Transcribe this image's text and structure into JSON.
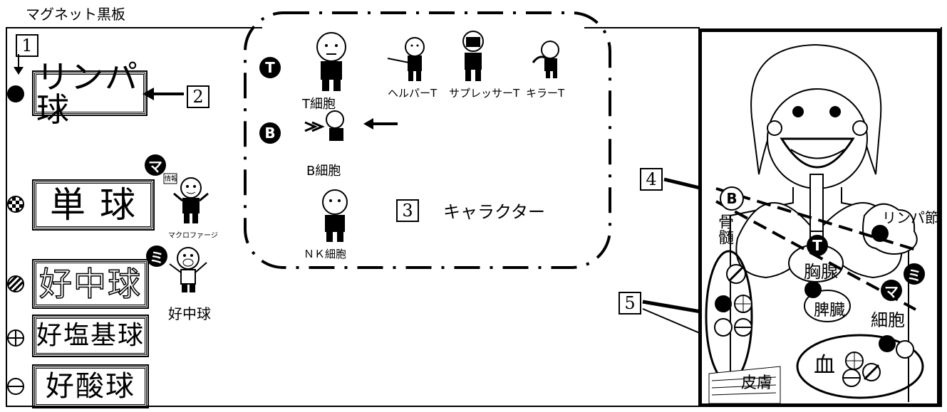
{
  "title": "マグネット黒板",
  "callouts": [
    "1",
    "2",
    "3",
    "4",
    "5"
  ],
  "board_cells": [
    {
      "label": "リンパ球",
      "marker": "lymph"
    },
    {
      "label": "単 球",
      "marker": "mono"
    },
    {
      "label": "好中球",
      "marker": "neut"
    },
    {
      "label": "好塩基球",
      "marker": "baso"
    },
    {
      "label": "好酸球",
      "marker": "eos"
    }
  ],
  "side_characters": {
    "ma_badge": "マ",
    "ma_name": "マクロファージ",
    "ma_sign": "情報",
    "mi_badge": "ミ",
    "mi_name": "好中球"
  },
  "characters_panel": {
    "caption": "キャラクター",
    "t_badge": "T",
    "b_badge": "B",
    "t_cell": "T細胞",
    "helper_t": "ヘルパーT",
    "suppressor_t": "サプレッサーT",
    "killer_t": "キラーT",
    "b_cell": "B細胞",
    "nk_cell": "ＮＫ細胞"
  },
  "body_chart": {
    "b_badge": "B",
    "t_badge": "T",
    "ma_badge": "マ",
    "mi_badge": "ミ",
    "lymph_node": "リンパ節",
    "thymus": "胸腺",
    "spleen": "脾臓",
    "cell_label": "細胞",
    "bone_marrow": "骨髄",
    "skin": "皮膚",
    "blood": "血"
  }
}
